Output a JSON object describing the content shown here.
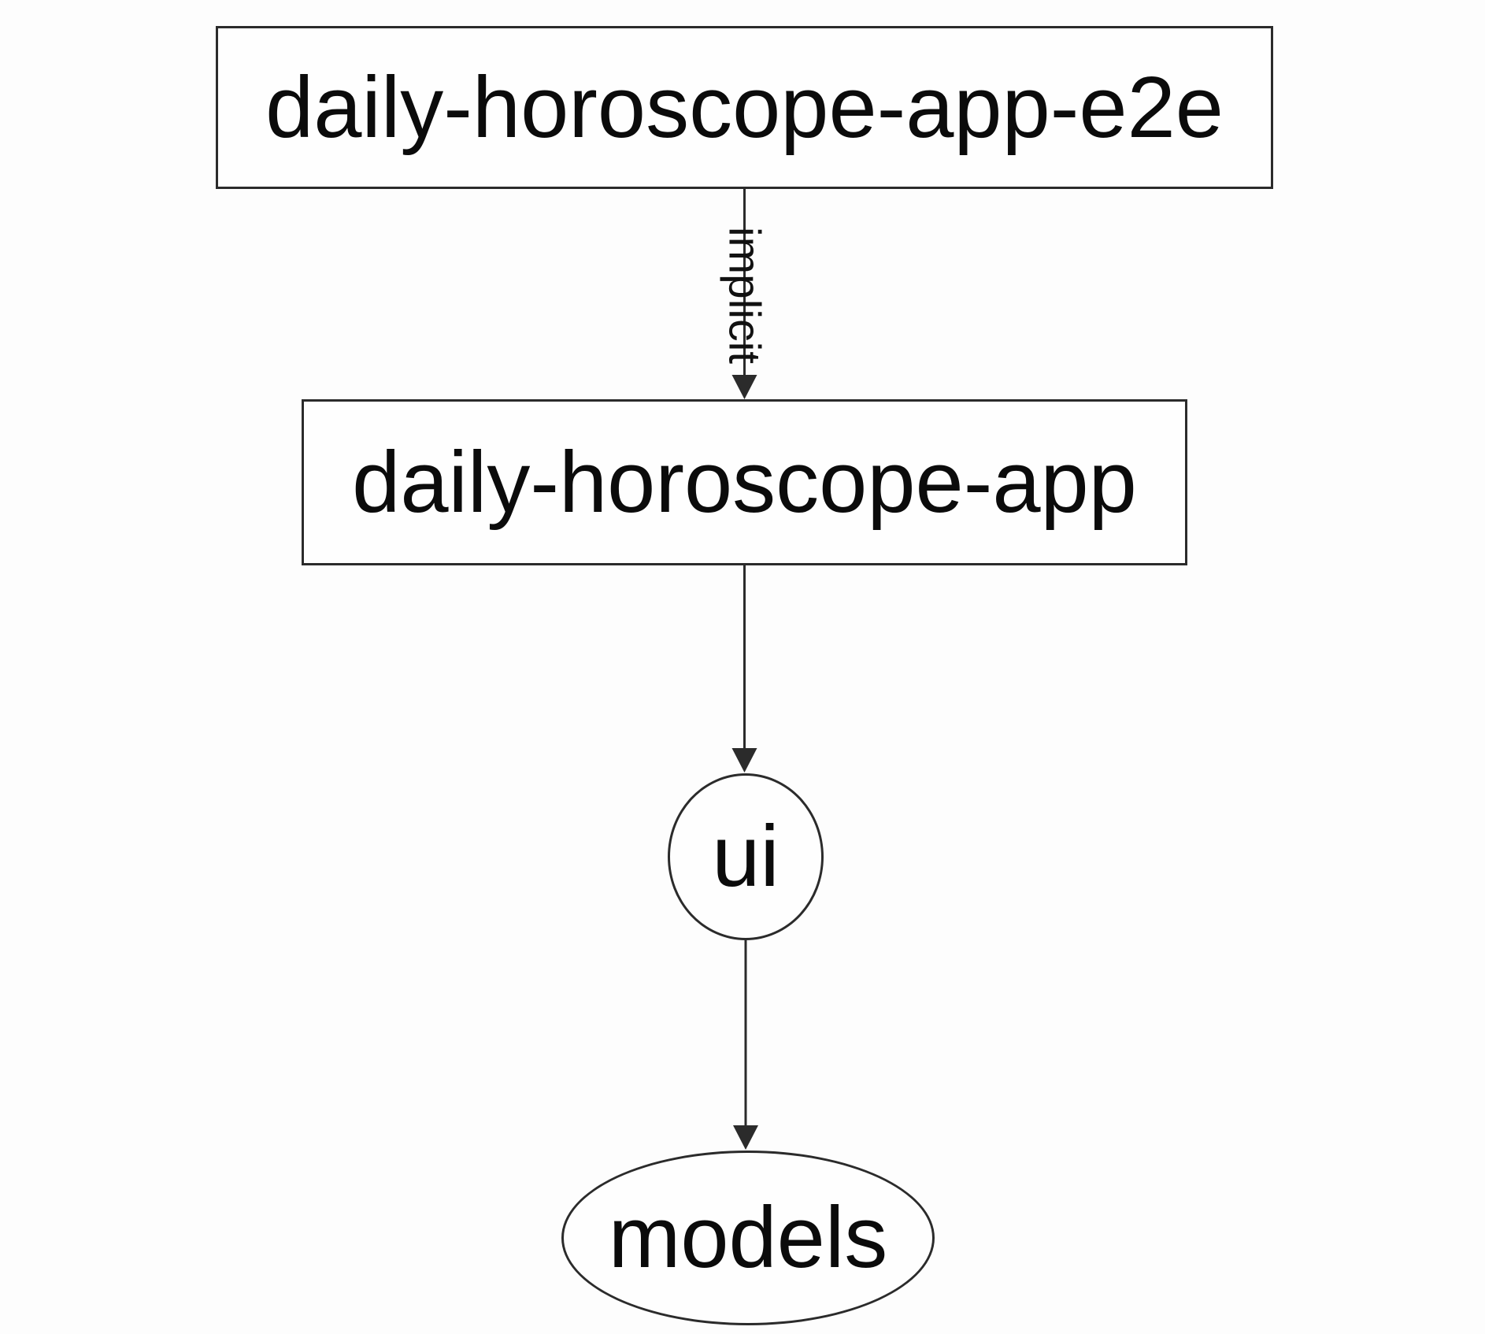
{
  "diagram": {
    "type": "dependency-graph",
    "colors": {
      "background": "#fdfdfd",
      "node_fill": "#fefefe",
      "stroke": "#2b2b2b",
      "text": "#0b0b0b"
    },
    "nodes": [
      {
        "id": "daily-horoscope-app-e2e",
        "label": "daily-horoscope-app-e2e",
        "shape": "rectangle"
      },
      {
        "id": "daily-horoscope-app",
        "label": "daily-horoscope-app",
        "shape": "rectangle"
      },
      {
        "id": "ui",
        "label": "ui",
        "shape": "ellipse"
      },
      {
        "id": "models",
        "label": "models",
        "shape": "ellipse"
      }
    ],
    "edges": [
      {
        "from": "daily-horoscope-app-e2e",
        "to": "daily-horoscope-app",
        "label": "implicit",
        "label_rotation_deg": 90
      },
      {
        "from": "daily-horoscope-app",
        "to": "ui",
        "label": ""
      },
      {
        "from": "ui",
        "to": "models",
        "label": ""
      }
    ]
  }
}
